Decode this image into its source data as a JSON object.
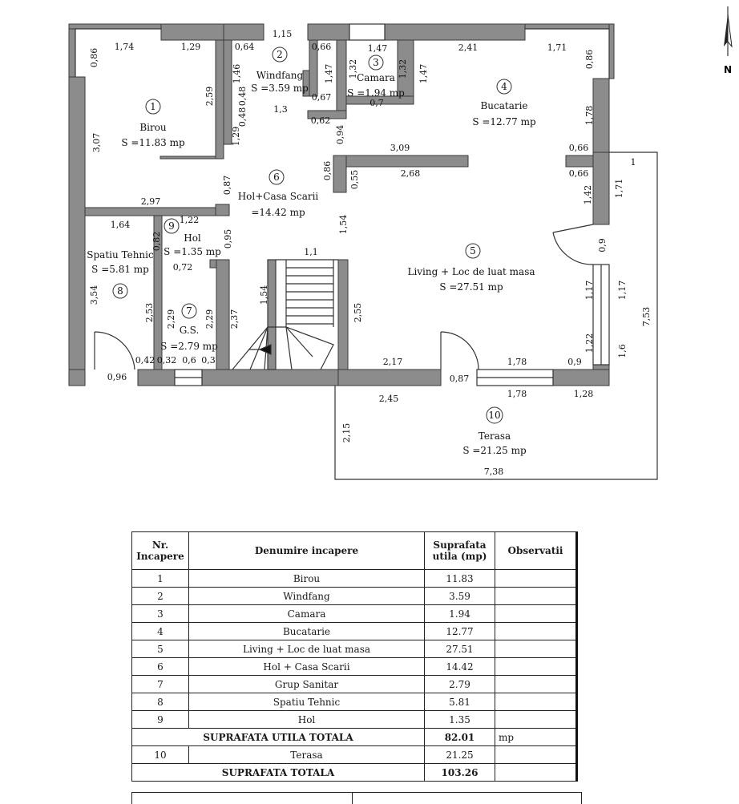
{
  "north_label": "N",
  "rooms": [
    {
      "num": "1",
      "name": "Birou",
      "area": "S =11.83 mp"
    },
    {
      "num": "2",
      "name": "Windfang",
      "area": "S =3.59 mp"
    },
    {
      "num": "3",
      "name": "Camara",
      "area": "S =1.94 mp"
    },
    {
      "num": "4",
      "name": "Bucatarie",
      "area": "S =12.77 mp"
    },
    {
      "num": "5",
      "name": "Living + Loc de luat masa",
      "area": "S =27.51 mp"
    },
    {
      "num": "6",
      "name": "Hol+Casa Scarii",
      "area": "=14.42 mp"
    },
    {
      "num": "7",
      "name": "G.S.",
      "area": "S =2.79 mp"
    },
    {
      "num": "8",
      "name": "Spatiu Tehnic",
      "area": "S =5.81 mp"
    },
    {
      "num": "9",
      "name": "Hol",
      "area": "S =1.35 mp"
    },
    {
      "num": "10",
      "name": "Terasa",
      "area": "S =21.25 mp"
    }
  ],
  "dims_h": [
    "1,74",
    "1,29",
    "1,15",
    "0,64",
    "0,66",
    "1,47",
    "2,41",
    "1,71",
    "1,3",
    "0,67",
    "0,62",
    "0,7",
    "3,09",
    "2,68",
    "0,66",
    "0,66",
    "2,97",
    "1,64",
    "1,22",
    "0,72",
    "1,1",
    "2,17",
    "0,87",
    "1,78",
    "0,9",
    "0,96",
    "0,42",
    "0,32",
    "0,6",
    "0,3",
    "2,45",
    "1,78",
    "1,28",
    "7,38",
    "1"
  ],
  "dims_v": [
    "0,86",
    "2,59",
    "1,46",
    "0,48",
    "0,48",
    "1,47",
    "1,32",
    "1,32",
    "1,47",
    "0,86",
    "3,07",
    "1,78",
    "1,29",
    "0,94",
    "0,86",
    "0,55",
    "0,87",
    "1,42",
    "1,71",
    "1,54",
    "0,82",
    "0,95",
    "0,9",
    "3,54",
    "2,53",
    "2,29",
    "2,29",
    "2,37",
    "1,54",
    "2,55",
    "1,17",
    "1,17",
    "7,53",
    "1,22",
    "1,6",
    "2,15"
  ],
  "table": {
    "headers": {
      "nr": "Nr. Incapere",
      "name": "Denumire incapere",
      "area": "Suprafata utila (mp)",
      "obs": "Observatii"
    },
    "rows": [
      {
        "nr": "1",
        "name": "Birou",
        "area": "11.83"
      },
      {
        "nr": "2",
        "name": "Windfang",
        "area": "3.59"
      },
      {
        "nr": "3",
        "name": "Camara",
        "area": "1.94"
      },
      {
        "nr": "4",
        "name": "Bucatarie",
        "area": "12.77"
      },
      {
        "nr": "5",
        "name": "Living + Loc de luat masa",
        "area": "27.51"
      },
      {
        "nr": "6",
        "name": "Hol + Casa Scarii",
        "area": "14.42"
      },
      {
        "nr": "7",
        "name": "Grup Sanitar",
        "area": "2.79"
      },
      {
        "nr": "8",
        "name": "Spatiu Tehnic",
        "area": "5.81"
      },
      {
        "nr": "9",
        "name": "Hol",
        "area": "1.35"
      }
    ],
    "total_util": {
      "label": "SUPRAFATA UTILA TOTALA",
      "area": "82.01",
      "unit": "mp"
    },
    "terrace": {
      "nr": "10",
      "name": "Terasa",
      "area": "21.25"
    },
    "total": {
      "label": "SUPRAFATA TOTALA",
      "area": "103.26"
    }
  }
}
